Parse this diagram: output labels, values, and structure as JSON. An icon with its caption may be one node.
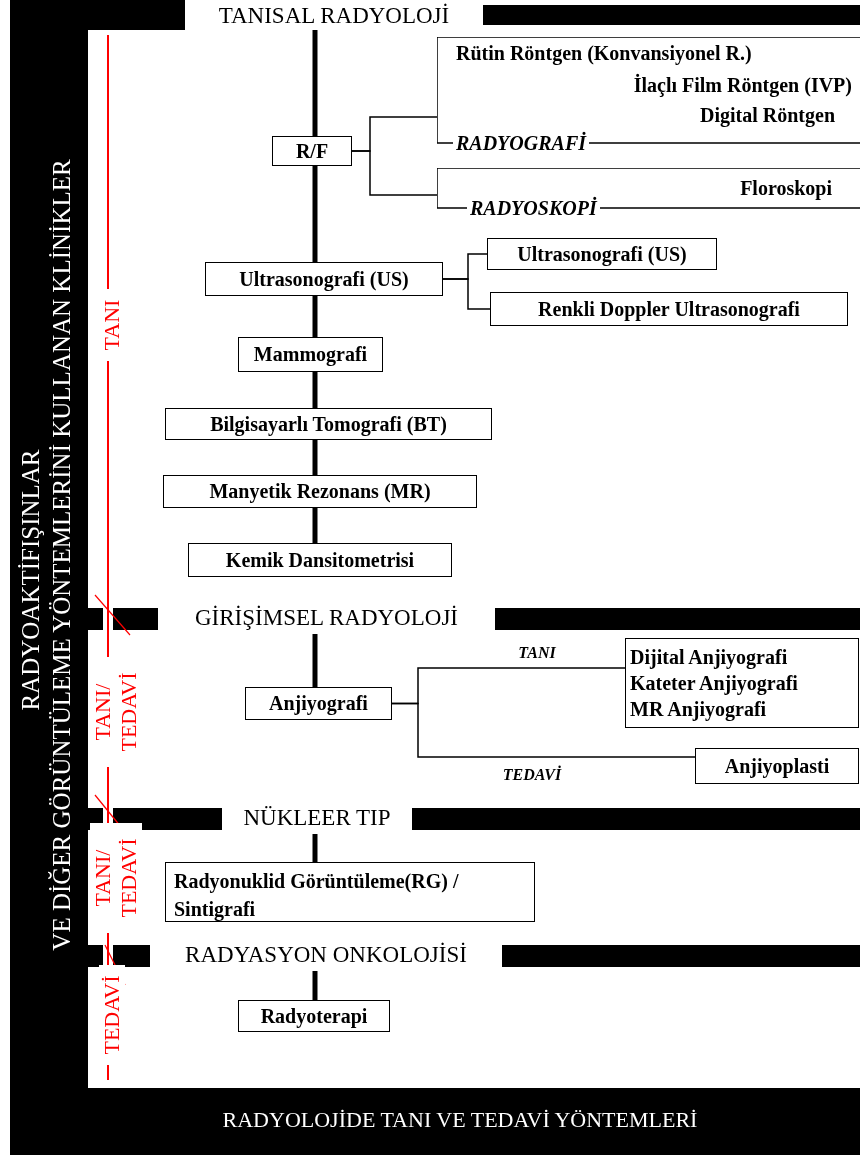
{
  "diagram": {
    "caption": "RADYOLOJİDE TANI VE TEDAVİ YÖNTEMLERİ",
    "nodes": [
      {
        "text": [
          "TANISAL RADYOLOJİ"
        ]
      },
      {
        "text": [
          "R/F"
        ]
      },
      {
        "text": [
          "Rütin Röntgen (Konvansiyonel R.)",
          "İlaçlı Film Röntgen (IVP)",
          "Digital Röntgen",
          "RADYOGRAFİ"
        ]
      },
      {
        "text": [
          "Floroskopi",
          "RADYOSKOPİ"
        ]
      },
      {
        "text": [
          "Ultrasonografi (US)"
        ]
      },
      {
        "text": [
          "Ultrasonografi (US)"
        ]
      },
      {
        "text": [
          "Renkli Doppler Ultrasonografi"
        ]
      },
      {
        "text": [
          "Mammografi"
        ]
      },
      {
        "text": [
          "Bilgisayarlı Tomografi (BT)"
        ]
      },
      {
        "text": [
          "Manyetik Rezonans (MR)"
        ]
      },
      {
        "text": [
          "Kemik Dansitometrisi"
        ]
      },
      {
        "text": [
          "GİRİŞİMSEL RADYOLOJİ"
        ]
      },
      {
        "text": [
          "Anjiyografi"
        ]
      },
      {
        "text": [
          "Dijital Anjiyografi",
          "Kateter Anjiyografi",
          "MR Anjiyografi"
        ]
      },
      {
        "text": [
          "Anjiyoplasti"
        ]
      },
      {
        "text": [
          "NÜKLEER TIP"
        ]
      },
      {
        "text": [
          "Radyonuklid Görüntüleme(RG) / Sintigrafi"
        ]
      },
      {
        "text": [
          "RADYASYON ONKOLOJİSİ"
        ]
      },
      {
        "text": [
          "Radyoterapi"
        ]
      }
    ],
    "edges": [
      {
        "from": 0,
        "to": 1,
        "arrow": "none"
      },
      {
        "from": 1,
        "to": 2,
        "arrow": "none"
      },
      {
        "from": 1,
        "to": 3,
        "arrow": "none"
      },
      {
        "from": 1,
        "to": 4,
        "arrow": "none"
      },
      {
        "from": 4,
        "to": 5,
        "arrow": "none"
      },
      {
        "from": 4,
        "to": 6,
        "arrow": "none"
      },
      {
        "from": 4,
        "to": 7,
        "arrow": "none"
      },
      {
        "from": 7,
        "to": 8,
        "arrow": "none"
      },
      {
        "from": 8,
        "to": 9,
        "arrow": "none"
      },
      {
        "from": 9,
        "to": 10,
        "arrow": "none"
      },
      {
        "from": 11,
        "to": 12,
        "arrow": "none"
      },
      {
        "from": 12,
        "to": 13,
        "arrow": "none",
        "label": "TANI"
      },
      {
        "from": 12,
        "to": 14,
        "arrow": "none",
        "label": "TEDAVİ"
      },
      {
        "from": 15,
        "to": 16,
        "arrow": "none"
      },
      {
        "from": 17,
        "to": 18,
        "arrow": "none"
      }
    ],
    "labels": [
      "RADYOAKTİFIŞINLAR",
      "VE DİĞER GÖRÜNTÜLEME YÖNTEMLERİNİ KULLANAN KLİNİKLER",
      "TANI",
      "TANI/ TEDAVİ",
      "TANI/ TEDAVİ",
      "TEDAVİ"
    ]
  }
}
